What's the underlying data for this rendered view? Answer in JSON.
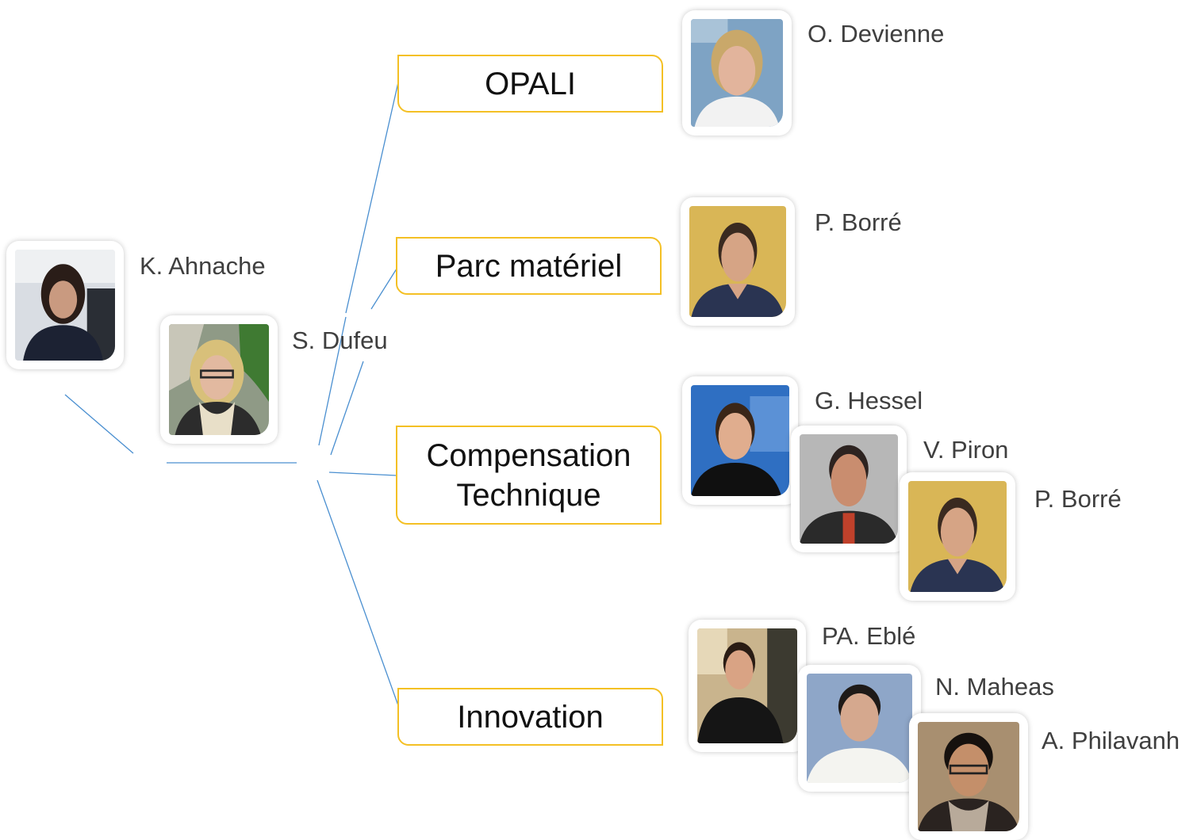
{
  "leaders": {
    "primary": "K. Ahnache",
    "secondary": "S. Dufeu"
  },
  "teams": [
    {
      "label": "OPALI",
      "members": [
        "O. Devienne"
      ]
    },
    {
      "label": "Parc matériel",
      "members": [
        "P. Borré"
      ]
    },
    {
      "label": "Compensation\nTechnique",
      "members": [
        "G. Hessel",
        "V. Piron",
        "P. Borré"
      ]
    },
    {
      "label": "Innovation",
      "members": [
        "PA. Eblé",
        "N. Maheas",
        "A. Philavanh"
      ]
    }
  ],
  "colors": {
    "connector": "#4a8fd0",
    "box_border": "#f4c024",
    "name_text": "#3f3f3f",
    "box_text": "#111111"
  }
}
